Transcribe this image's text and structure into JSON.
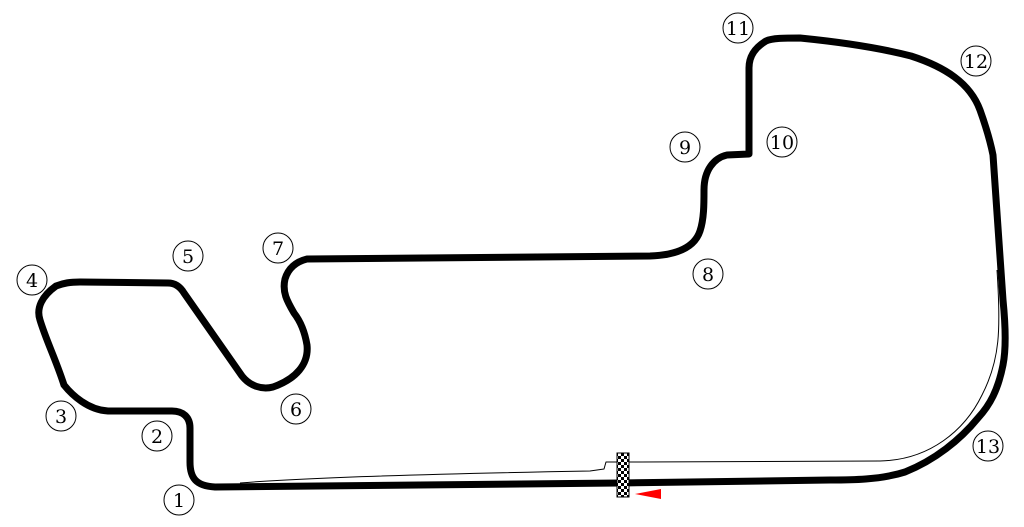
{
  "track": {
    "colors": {
      "track": "#000000",
      "background": "#ffffff",
      "direction_arrow": "#ff0000"
    },
    "turns": [
      {
        "id": 1,
        "label": "1"
      },
      {
        "id": 2,
        "label": "2"
      },
      {
        "id": 3,
        "label": "3"
      },
      {
        "id": 4,
        "label": "4"
      },
      {
        "id": 5,
        "label": "5"
      },
      {
        "id": 6,
        "label": "6"
      },
      {
        "id": 7,
        "label": "7"
      },
      {
        "id": 8,
        "label": "8"
      },
      {
        "id": 9,
        "label": "9"
      },
      {
        "id": 10,
        "label": "10"
      },
      {
        "id": 11,
        "label": "11"
      },
      {
        "id": 12,
        "label": "12"
      },
      {
        "id": 13,
        "label": "13"
      }
    ],
    "features": {
      "start_finish_line": "checkered-flag-line",
      "direction_indicator": "arrow-left-icon",
      "pit_lane": "pit-lane"
    }
  }
}
